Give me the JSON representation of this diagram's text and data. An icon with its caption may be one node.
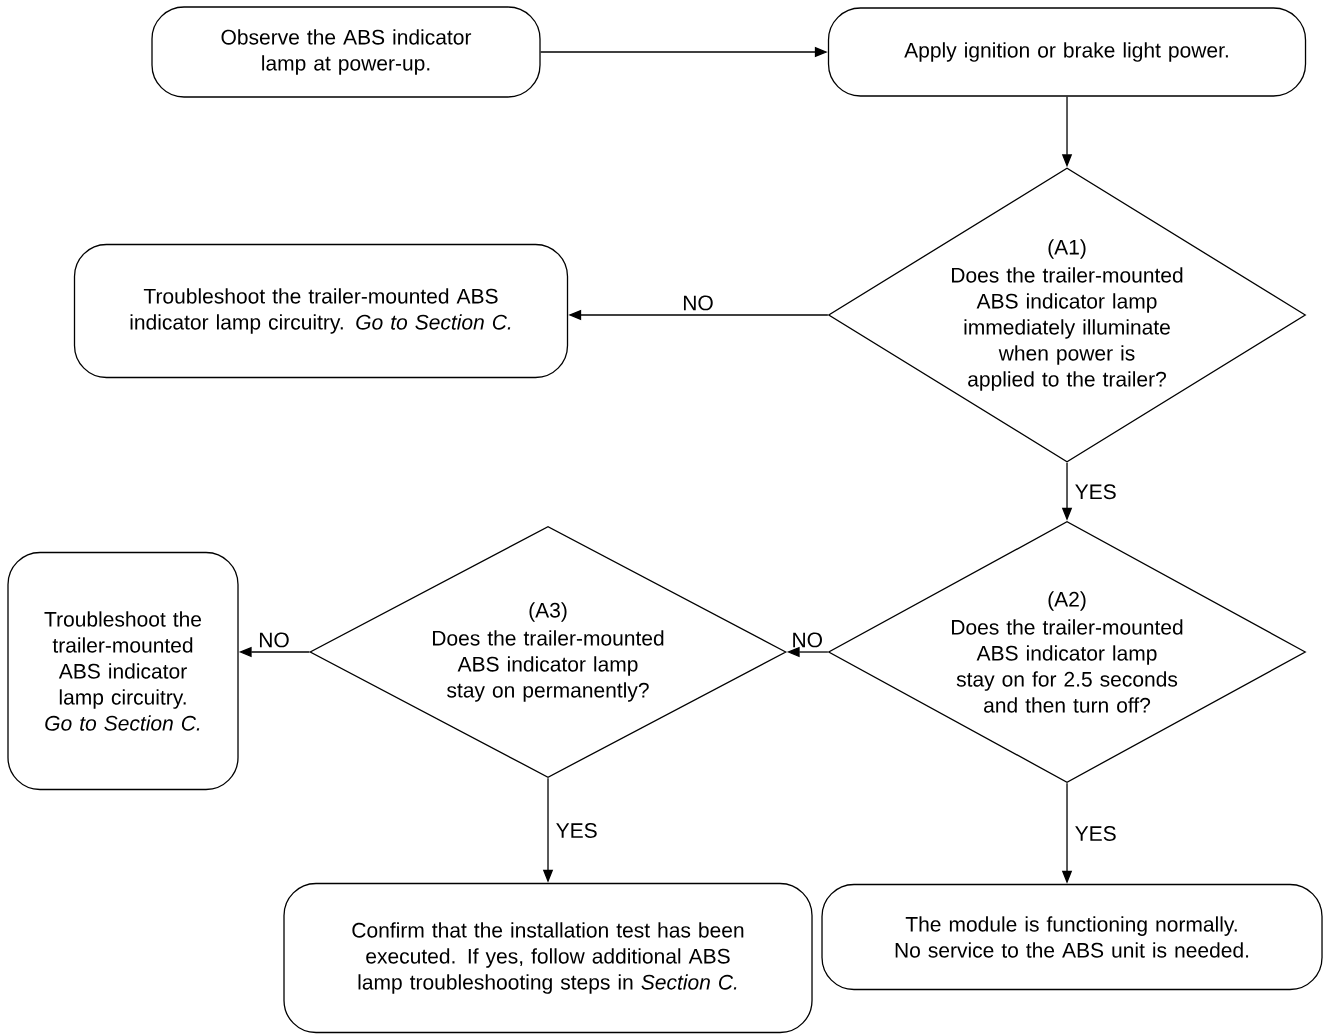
{
  "diagram": {
    "nodes": [
      {
        "text": [
          "Observe the ABS indicator lamp at power-up."
        ]
      },
      {
        "text": [
          "Apply ignition or brake light power."
        ]
      },
      {
        "text": [
          "(A1)",
          "Does the trailer-mounted ABS indicator lamp immediately illuminate when power is applied to the trailer?"
        ]
      },
      {
        "text": [
          "Troubleshoot the trailer-mounted ABS indicator lamp circuitry. *Go to Section C.*"
        ]
      },
      {
        "text": [
          "Troubleshoot the trailer-mounted ABS indicator lamp circuitry. *Go to Section C.*"
        ]
      },
      {
        "text": [
          "(A3)",
          "Does the trailer-mounted ABS indicator lamp stay on permanently?"
        ]
      },
      {
        "text": [
          "(A2)",
          "Does the trailer-mounted ABS indicator lamp stay on for 2.5 seconds and then turn off?"
        ]
      },
      {
        "text": [
          "Confirm that the installation test has been executed. If yes, follow additional ABS lamp troubleshooting steps in *Section C.*"
        ]
      },
      {
        "text": [
          "The module is functioning normally. No service to the ABS unit is needed."
        ]
      }
    ],
    "edges": [
      {
        "from": 0,
        "to": 1,
        "arrow": "to"
      },
      {
        "from": 1,
        "to": 2,
        "arrow": "to"
      },
      {
        "from": 2,
        "to": 3,
        "arrow": "to",
        "label": "NO"
      },
      {
        "from": 2,
        "to": 6,
        "arrow": "to",
        "label": "YES"
      },
      {
        "from": 6,
        "to": 5,
        "arrow": "to",
        "label": "NO"
      },
      {
        "from": 5,
        "to": 4,
        "arrow": "to",
        "label": "NO"
      },
      {
        "from": 5,
        "to": 7,
        "arrow": "to",
        "label": "YES"
      },
      {
        "from": 6,
        "to": 8,
        "arrow": "to",
        "label": "YES"
      }
    ]
  }
}
